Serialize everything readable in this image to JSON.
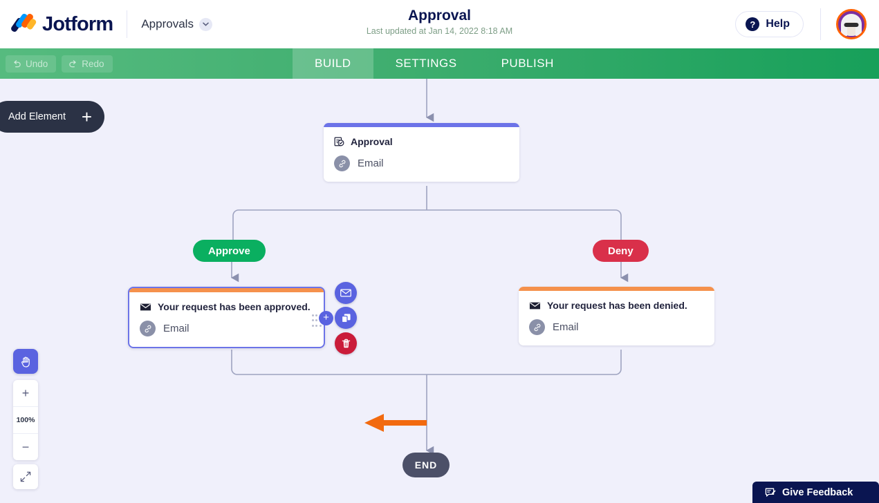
{
  "header": {
    "logo_text": "Jotform",
    "logo_icon": "jotform-logo-icon",
    "nav_label": "Approvals",
    "chevron_icon": "chevron-down-icon",
    "title": "Approval",
    "subtitle": "Last updated at Jan 14, 2022 8:18 AM",
    "help_label": "Help",
    "help_icon": "question-mark-icon",
    "avatar_icon": "user-avatar"
  },
  "toolbar": {
    "undo_label": "Undo",
    "undo_icon": "undo-arrow-icon",
    "redo_label": "Redo",
    "redo_icon": "redo-arrow-icon",
    "tabs": [
      {
        "label": "BUILD",
        "active": true
      },
      {
        "label": "SETTINGS",
        "active": false
      },
      {
        "label": "PUBLISH",
        "active": false
      }
    ]
  },
  "add_element": {
    "label": "Add Element",
    "plus": "+",
    "icon": "plus-icon"
  },
  "flow": {
    "approval_node": {
      "title": "Approval",
      "title_icon": "approval-checklist-icon",
      "sub_label": "Email",
      "sub_icon": "link-paperclip-icon",
      "accent_color": "#6c73e8"
    },
    "branches": [
      {
        "label": "Approve",
        "color": "#0aaf60"
      },
      {
        "label": "Deny",
        "color": "#d9304a"
      }
    ],
    "approved_node": {
      "title": "Your request has been approved.",
      "title_icon": "envelope-icon",
      "sub_label": "Email",
      "sub_icon": "link-paperclip-icon",
      "accent_color": "#f5914c",
      "selected": true,
      "drag_handle_icon": "drag-dots-icon",
      "add_button_icon": "plus-circle-icon",
      "add_button_label": "+"
    },
    "denied_node": {
      "title": "Your request has been denied.",
      "title_icon": "envelope-icon",
      "sub_label": "Email",
      "sub_icon": "link-paperclip-icon",
      "accent_color": "#f5914c"
    },
    "node_actions": [
      {
        "name": "edit-email-button",
        "icon": "envelope-icon",
        "style": "blue"
      },
      {
        "name": "duplicate-button",
        "icon": "copy-icon",
        "style": "blue"
      },
      {
        "name": "delete-button",
        "icon": "trash-icon",
        "style": "red"
      }
    ],
    "annotation": {
      "icon": "orange-arrow-left-icon",
      "color": "#f26a0f"
    },
    "end_node": {
      "label": "END"
    }
  },
  "canvas_controls": {
    "pan_icon": "hand-pan-icon",
    "zoom_in_label": "+",
    "zoom_in_icon": "plus-icon",
    "zoom_level": "100%",
    "zoom_out_label": "−",
    "zoom_out_icon": "minus-icon",
    "fit_icon": "fit-to-screen-icon"
  },
  "feedback": {
    "label": "Give Feedback",
    "icon": "feedback-comment-icon"
  }
}
